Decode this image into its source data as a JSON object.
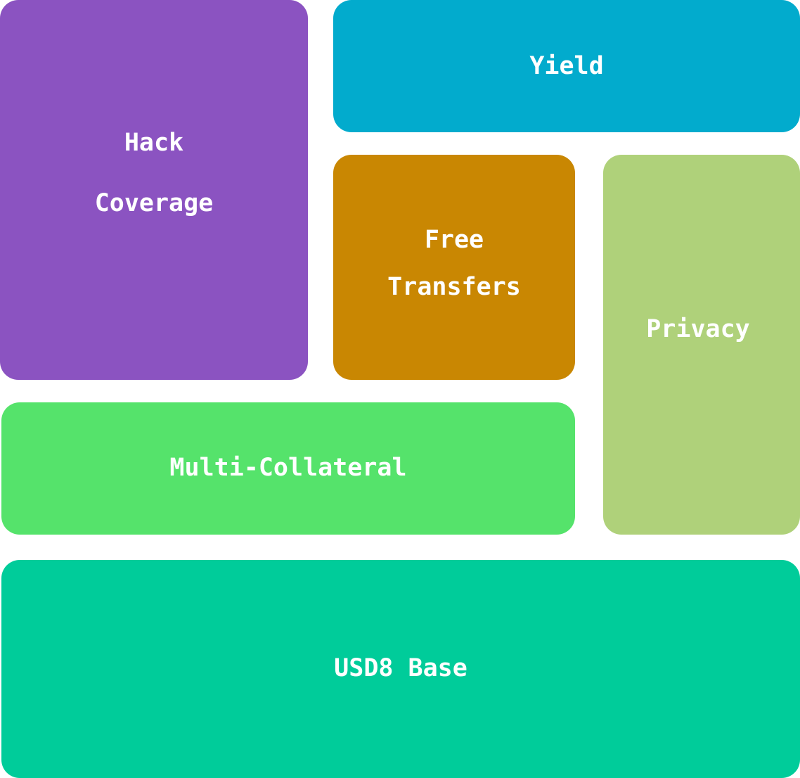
{
  "blocks": {
    "hack_coverage": {
      "label": "Hack\nCoverage",
      "color": "#8b53c1"
    },
    "yield": {
      "label": "Yield",
      "color": "#02abcd"
    },
    "free_transfers": {
      "label": "Free\nTransfers",
      "color": "#c98702"
    },
    "privacy": {
      "label": "Privacy",
      "color": "#afd17a"
    },
    "multi_collateral": {
      "label": "Multi-Collateral",
      "color": "#55e36b"
    },
    "usd8_base": {
      "label": "USD8 Base",
      "color": "#00cc9a"
    }
  }
}
